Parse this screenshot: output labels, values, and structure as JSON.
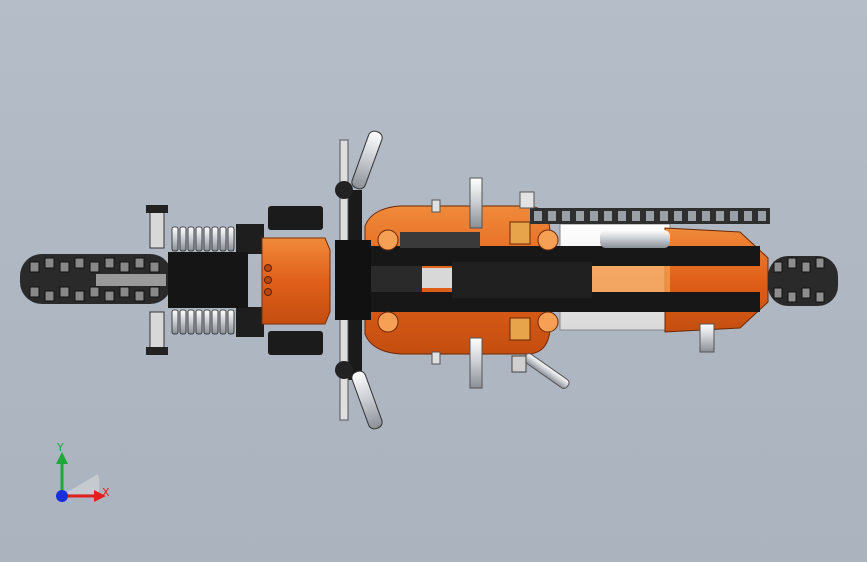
{
  "viewport": {
    "background_top": "#b5bdc8",
    "background_bottom": "#abb3bf"
  },
  "model": {
    "name": "",
    "view": "top",
    "colors": {
      "body_orange": "#e2641a",
      "orange_highlight": "#f29a50",
      "black": "#1b1b1b",
      "dark_grey": "#3a3a3a",
      "silver": "#cfd2d6",
      "white": "#f2f2f2",
      "tire": "#262626"
    },
    "parts": [
      "front-tire-icon",
      "rear-tire-icon",
      "handlebar-icon",
      "fork-spring-icon",
      "chain-icon",
      "exhaust-pipe-icon",
      "footpeg-icon",
      "seat-icon"
    ]
  },
  "triad": {
    "x_label": "X",
    "y_label": "Y",
    "x_color": "#e32020",
    "y_color": "#1fa83a",
    "z_color": "#1a2fd8"
  }
}
